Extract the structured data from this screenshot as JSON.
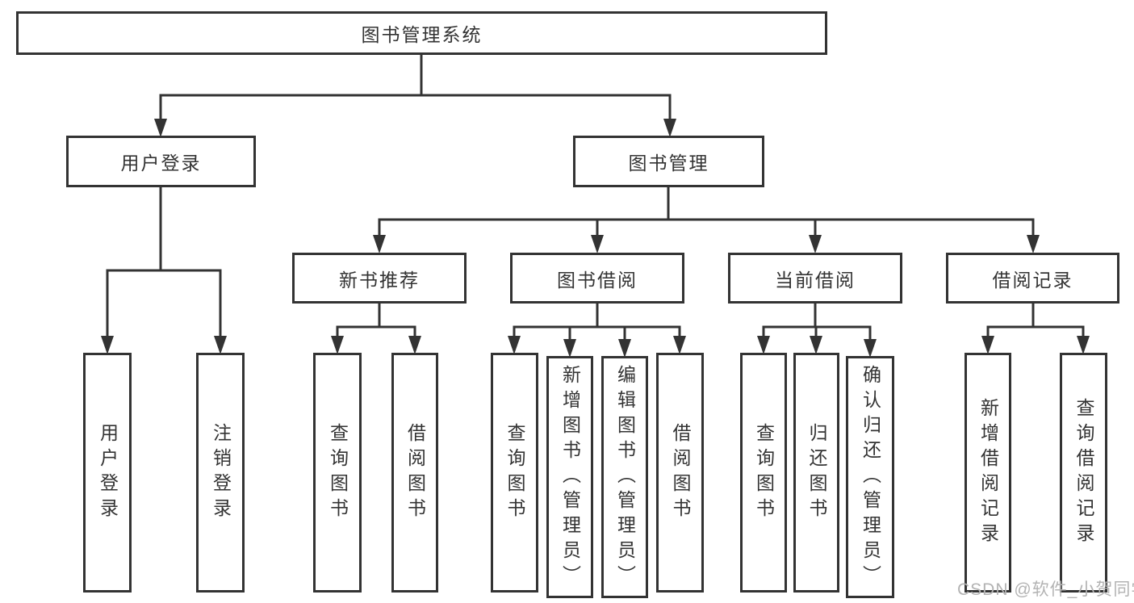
{
  "diagram": {
    "root": {
      "label": "图书管理系统",
      "children": [
        {
          "label": "用户登录",
          "children": [
            {
              "label": "用户登录"
            },
            {
              "label": "注销登录"
            }
          ]
        },
        {
          "label": "图书管理",
          "children": [
            {
              "label": "新书推荐",
              "children": [
                {
                  "label": "查询图书"
                },
                {
                  "label": "借阅图书"
                }
              ]
            },
            {
              "label": "图书借阅",
              "children": [
                {
                  "label": "查询图书"
                },
                {
                  "label": "新增图书（管理员）"
                },
                {
                  "label": "编辑图书（管理员）"
                },
                {
                  "label": "借阅图书"
                }
              ]
            },
            {
              "label": "当前借阅",
              "children": [
                {
                  "label": "查询图书"
                },
                {
                  "label": "归还图书"
                },
                {
                  "label": "确认归还（管理员）"
                }
              ]
            },
            {
              "label": "借阅记录",
              "children": [
                {
                  "label": "新增借阅记录"
                },
                {
                  "label": "查询借阅记录"
                }
              ]
            }
          ]
        }
      ]
    }
  },
  "watermark": {
    "text": "CSDN @软件_小贺同学"
  },
  "colors": {
    "line": "#333333",
    "text": "#333333",
    "box_background": "#ffffff",
    "watermark": "#b3b3b3",
    "background": "#ffffff"
  }
}
